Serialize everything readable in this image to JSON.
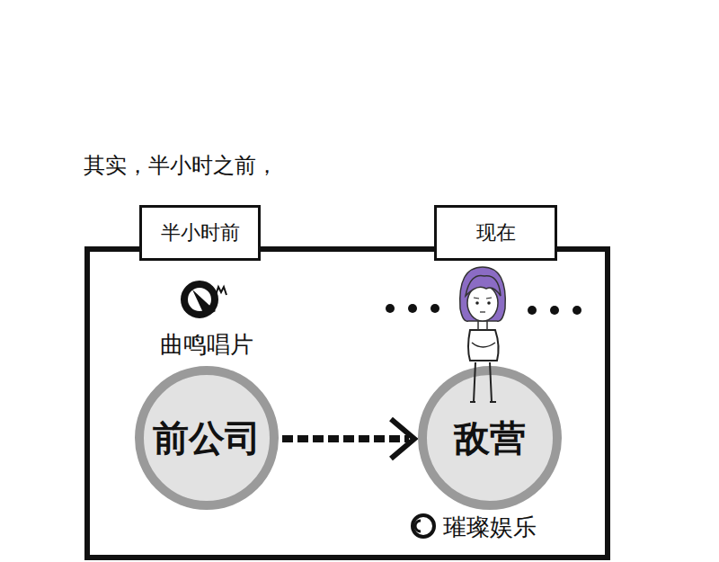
{
  "diagram": {
    "title": "其实，半小时之前，",
    "nodes": [
      {
        "text": [
          "半小时前"
        ]
      },
      {
        "text": [
          "现在"
        ]
      },
      {
        "text": [
          "前公司"
        ]
      },
      {
        "text": [
          "敌营"
        ]
      }
    ],
    "edges": [
      {
        "from": 2,
        "to": 3,
        "arrow": "to"
      }
    ],
    "labels": [
      "曲鸣唱片",
      "璀璨娱乐"
    ]
  }
}
